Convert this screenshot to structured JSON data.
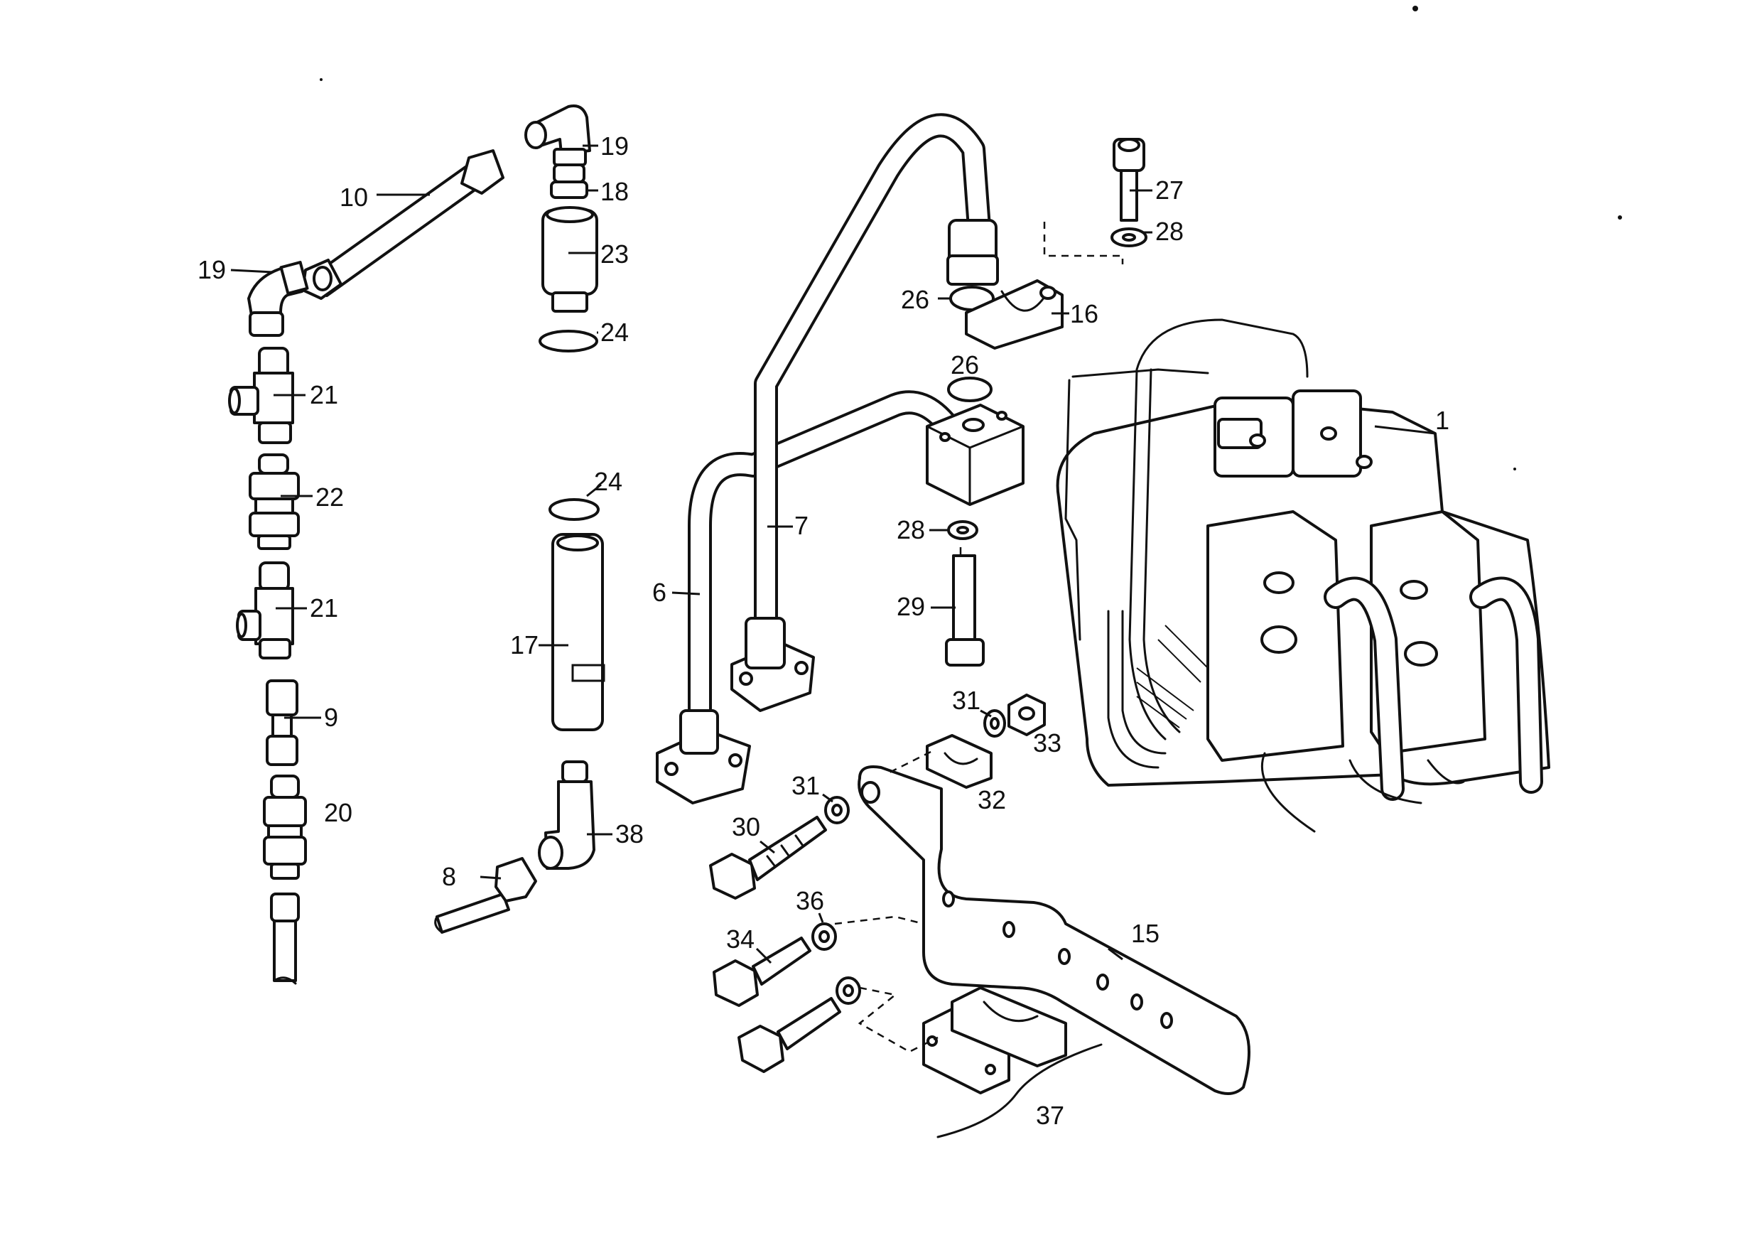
{
  "diagram": {
    "callouts": [
      {
        "id": "c10",
        "text": "10"
      },
      {
        "id": "c19a",
        "text": "19"
      },
      {
        "id": "c19b",
        "text": "19"
      },
      {
        "id": "c18",
        "text": "18"
      },
      {
        "id": "c23",
        "text": "23"
      },
      {
        "id": "c24a",
        "text": "24"
      },
      {
        "id": "c24b",
        "text": "24"
      },
      {
        "id": "c21a",
        "text": "21"
      },
      {
        "id": "c21b",
        "text": "21"
      },
      {
        "id": "c22",
        "text": "22"
      },
      {
        "id": "c9",
        "text": "9"
      },
      {
        "id": "c20",
        "text": "20"
      },
      {
        "id": "c17",
        "text": "17"
      },
      {
        "id": "c38",
        "text": "38"
      },
      {
        "id": "c8",
        "text": "8"
      },
      {
        "id": "c6",
        "text": "6"
      },
      {
        "id": "c7",
        "text": "7"
      },
      {
        "id": "c26a",
        "text": "26"
      },
      {
        "id": "c26b",
        "text": "26"
      },
      {
        "id": "c16",
        "text": "16"
      },
      {
        "id": "c27",
        "text": "27"
      },
      {
        "id": "c28a",
        "text": "28"
      },
      {
        "id": "c28b",
        "text": "28"
      },
      {
        "id": "c29",
        "text": "29"
      },
      {
        "id": "c1",
        "text": "1"
      },
      {
        "id": "c31a",
        "text": "31"
      },
      {
        "id": "c31b",
        "text": "31"
      },
      {
        "id": "c33",
        "text": "33"
      },
      {
        "id": "c32",
        "text": "32"
      },
      {
        "id": "c30",
        "text": "30"
      },
      {
        "id": "c36",
        "text": "36"
      },
      {
        "id": "c34",
        "text": "34"
      },
      {
        "id": "c15",
        "text": "15"
      },
      {
        "id": "c37",
        "text": "37"
      }
    ]
  }
}
